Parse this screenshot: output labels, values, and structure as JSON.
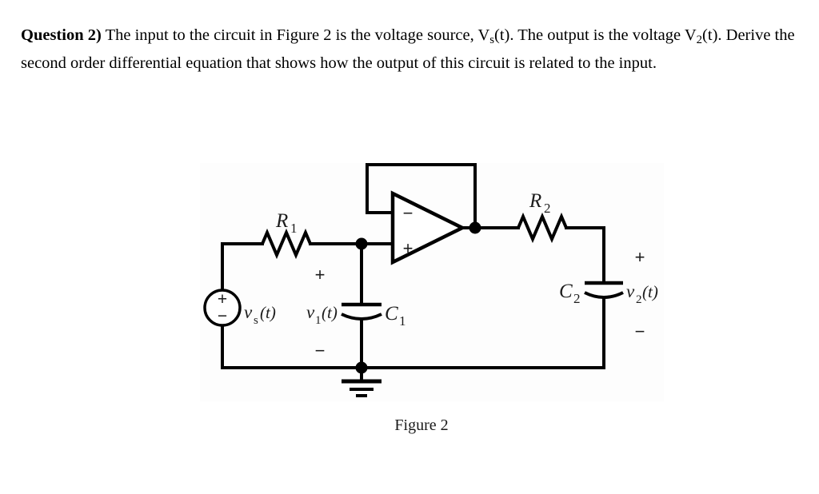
{
  "question": {
    "label": "Question 2)",
    "text_part1": "The input to the circuit in Figure 2 is the voltage source, V",
    "sub_s": "s",
    "text_part2": "(t). The output is the voltage",
    "line2_v": "V",
    "sub_2": "2",
    "text_part3": "(t). Derive the second order differential equation that shows how the output of this circuit is related to",
    "text_part4": "the input.",
    "full_text": "Question 2) The input to the circuit in Figure 2 is the voltage source, Vs(t). The output is the voltage V2(t). Derive the second order differential equation that shows how the output of this circuit is related to the input."
  },
  "figure": {
    "caption": "Figure 2",
    "components": {
      "source": {
        "name": "vs(t)",
        "symbol_plus": "+",
        "symbol_minus": "−",
        "label_v": "v",
        "label_sub": "s",
        "label_arg": "(t)"
      },
      "r1": {
        "label_r": "R",
        "label_sub": "1"
      },
      "r2": {
        "label_r": "R",
        "label_sub": "2"
      },
      "c1": {
        "label_c": "C",
        "label_sub": "1",
        "voltage_v": "v",
        "voltage_sub": "1",
        "voltage_arg": "(t)",
        "polarity_plus": "+",
        "polarity_minus": "−"
      },
      "c2": {
        "label_c": "C",
        "label_sub": "2",
        "voltage_v": "v",
        "voltage_sub": "2",
        "voltage_arg": "(t)",
        "polarity_plus": "+",
        "polarity_minus": "−"
      },
      "opamp": {
        "inverting_sign": "−",
        "noninverting_sign": "+"
      },
      "ground": {
        "name": "ground"
      }
    }
  },
  "colors": {
    "ink": "#1c1c1c",
    "wire": "#000000",
    "page_background": "#ffffff",
    "figure_background": "#fdfdfd"
  }
}
